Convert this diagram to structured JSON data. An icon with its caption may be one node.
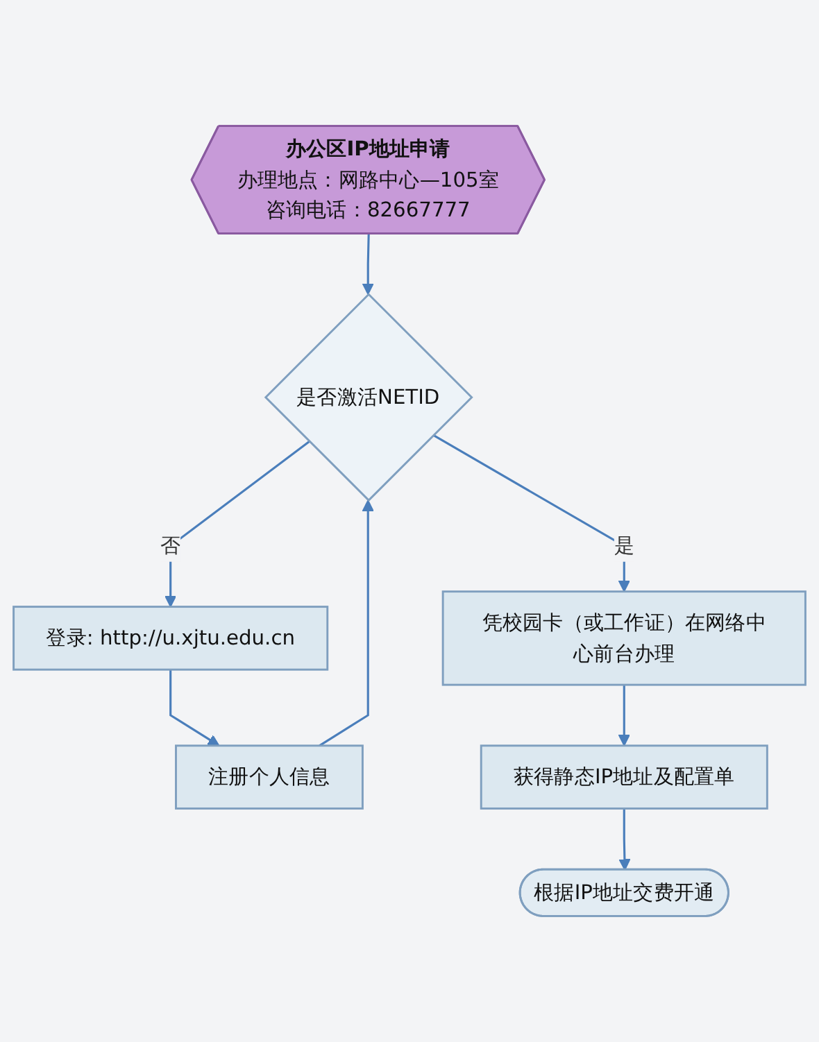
{
  "diagram": {
    "nodes": [
      {
        "text": [
          "办公区IP地址申请",
          "办理地点：网路中心—105室",
          "咨询电话：82667777"
        ]
      },
      {
        "text": [
          "是否激活NETID"
        ]
      },
      {
        "text": [
          "登录: http://u.xjtu.edu.cn"
        ]
      },
      {
        "text": [
          "注册个人信息"
        ]
      },
      {
        "text": [
          "凭校园卡（或工作证）在网络中心前台办理"
        ]
      },
      {
        "text": [
          "获得静态IP地址及配置单"
        ]
      },
      {
        "text": [
          "根据IP地址交费开通"
        ]
      }
    ],
    "edges": [
      {
        "from": 0,
        "to": 1,
        "arrow": "to"
      },
      {
        "from": 1,
        "to": 2,
        "arrow": "to",
        "label": "否"
      },
      {
        "from": 2,
        "to": 3,
        "arrow": "to"
      },
      {
        "from": 3,
        "to": 1,
        "arrow": "to"
      },
      {
        "from": 1,
        "to": 4,
        "arrow": "to",
        "label": "是"
      },
      {
        "from": 4,
        "to": 5,
        "arrow": "to"
      },
      {
        "from": 5,
        "to": 6,
        "arrow": "to"
      }
    ]
  }
}
